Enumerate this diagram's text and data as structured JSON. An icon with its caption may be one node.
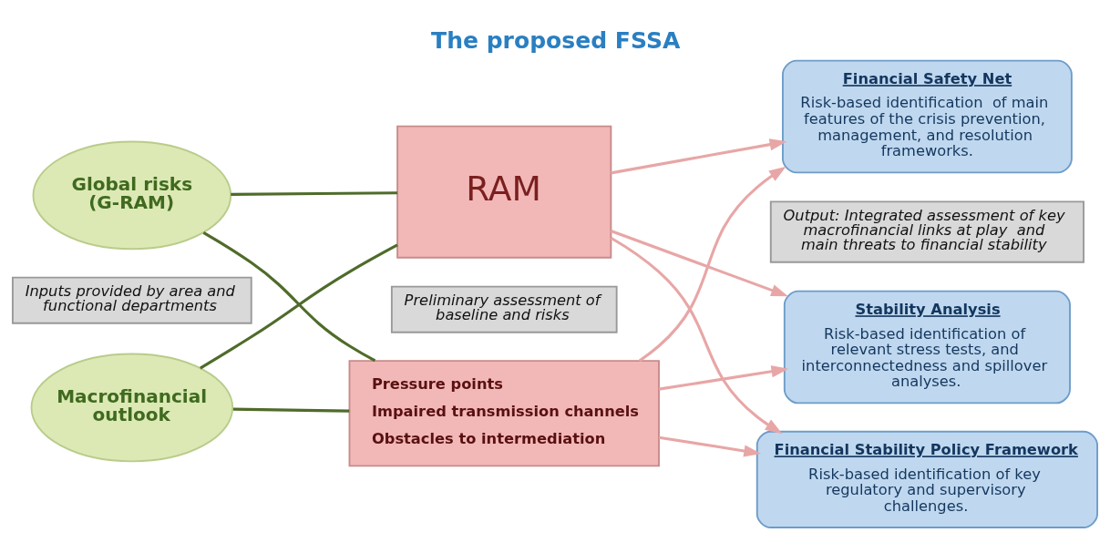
{
  "diagram": {
    "title": "The proposed FSSA",
    "nodes": [
      {
        "text": [
          "Macrofinancial outlook"
        ]
      },
      {
        "text": [
          "Global risks (G-RAM)"
        ]
      },
      {
        "text": [
          "Pressure points",
          "Impaired transmission channels",
          "Obstacles to intermediation"
        ]
      },
      {
        "text": [
          "RAM"
        ]
      },
      {
        "text": [
          "Stability Analysis",
          "Risk-based identification of relevant stress tests, and interconnectedness and spillover analyses."
        ]
      },
      {
        "text": [
          "Financial Stability Policy Framework",
          "Risk-based identification of key regulatory and supervisory challenges."
        ]
      },
      {
        "text": [
          "Financial Safety Net",
          "Risk-based identification  of main features of the crisis prevention, management, and resolution frameworks."
        ]
      },
      {
        "text": [
          "Inputs provided by area and functional departments"
        ]
      },
      {
        "text": [
          "Preliminary assessment of baseline and risks"
        ]
      },
      {
        "text": [
          "Output: Integrated assessment of key macrofinancial links at play  and main threats to financial stability"
        ]
      }
    ],
    "edges": [
      {
        "from": 0,
        "to": 2,
        "arrow": "none",
        "color": "#4f6b2a"
      },
      {
        "from": 0,
        "to": 3,
        "arrow": "none",
        "color": "#4f6b2a"
      },
      {
        "from": 1,
        "to": 2,
        "arrow": "none",
        "color": "#4f6b2a"
      },
      {
        "from": 1,
        "to": 3,
        "arrow": "none",
        "color": "#4f6b2a"
      },
      {
        "from": 2,
        "to": 4,
        "arrow": "to"
      },
      {
        "from": 2,
        "to": 5,
        "arrow": "to"
      },
      {
        "from": 2,
        "to": 6,
        "arrow": "to"
      },
      {
        "from": 3,
        "to": 4,
        "arrow": "to"
      },
      {
        "from": 3,
        "to": 5,
        "arrow": "to"
      },
      {
        "from": 3,
        "to": 6,
        "arrow": "to"
      }
    ]
  }
}
